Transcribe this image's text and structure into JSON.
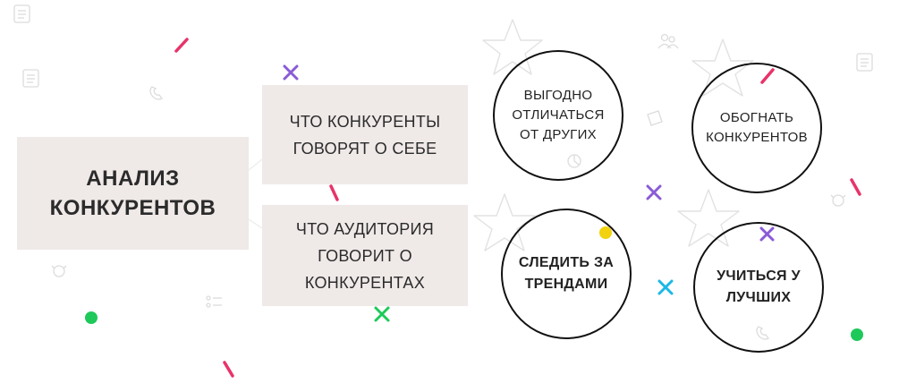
{
  "diagram": {
    "main": {
      "label": "АНАЛИЗ\nКОНКУРЕНТОВ"
    },
    "sources": [
      {
        "label": "ЧТО КОНКУРЕНТЫ\nГОВОРЯТ О СЕБЕ"
      },
      {
        "label": "ЧТО АУДИТОРИЯ\nГОВОРИТ О\nКОНКУРЕНТАХ"
      }
    ],
    "goals": [
      {
        "label": "ВЫГОДНО\nОТЛИЧАТЬСЯ\nОТ ДРУГИХ"
      },
      {
        "label": "ОБОГНАТЬ\nКОНКУРЕНТОВ"
      },
      {
        "label": "СЛЕДИТЬ ЗА\nТРЕНДАМИ"
      },
      {
        "label": "УЧИТЬСЯ У\nЛУЧШИХ"
      }
    ]
  },
  "colors": {
    "box_fill": "#efe9e8",
    "circle_border": "#111111",
    "pink": "#e8336a",
    "purple": "#8a5bd6",
    "green": "#1ec95a",
    "blue": "#1bb8e6",
    "yellow": "#f2d20f",
    "faint_icon": "#dcdcdc"
  }
}
